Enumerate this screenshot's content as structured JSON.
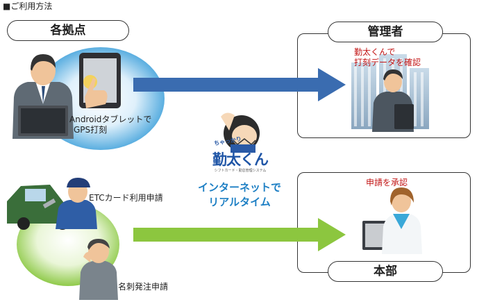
{
  "heading": "■ご利用方法",
  "left_top": {
    "box_label": "各拠点",
    "tablet_caption_line1": "Androidタブレットで",
    "tablet_caption_line2": "GPS打刻"
  },
  "right_top": {
    "box_label": "管理者",
    "caption_line1": "勤太くんで",
    "caption_line2": "打刻データを確認"
  },
  "center": {
    "logo_small": "ちゃっかり",
    "logo_main": "勤太くん",
    "logo_sub": "シフトカード・勤怠管理システム",
    "caption_line1": "インターネットで",
    "caption_line2": "リアルタイム"
  },
  "left_bottom": {
    "etc_caption": "ETCカード利用申請",
    "meishi_caption": "名刺発注申請"
  },
  "right_bottom": {
    "caption": "申請を承認",
    "box_label": "本部"
  },
  "colors": {
    "arrow_top": "#3a6cb0",
    "arrow_bottom": "#8cc63f",
    "accent_red": "#c21515",
    "accent_blue": "#1d7fc4"
  }
}
